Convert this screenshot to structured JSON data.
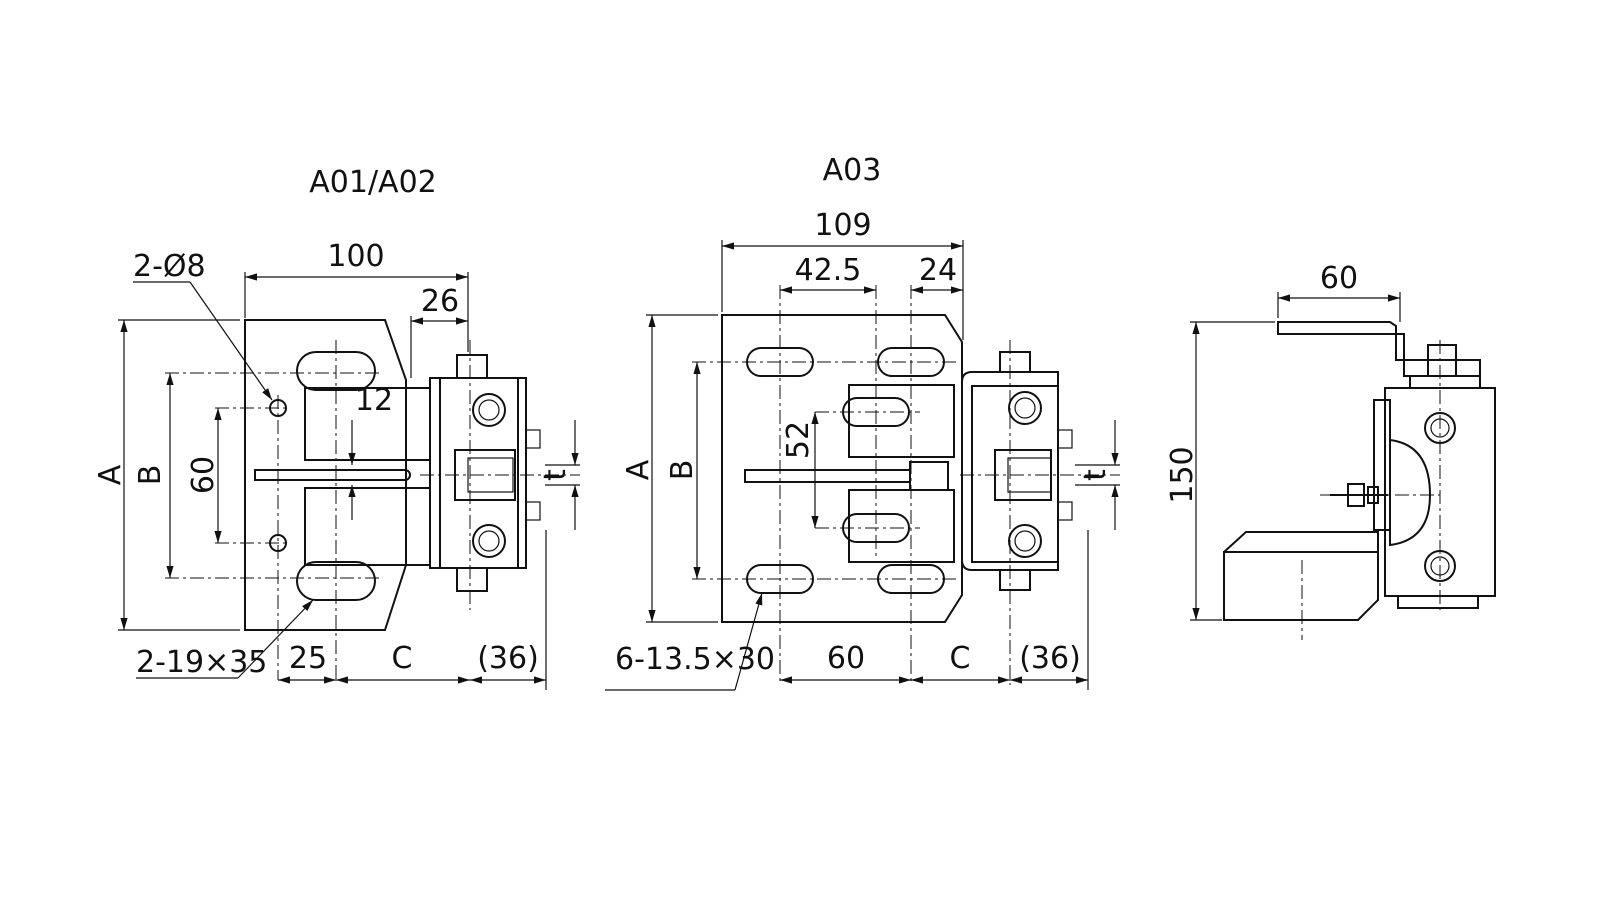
{
  "views": {
    "a01": {
      "title": "A01/A02",
      "dim_width": "100",
      "dim_right": "26",
      "dim_hole": "2-Ø8",
      "dim_gap": "12",
      "dim_a": "A",
      "dim_b": "B",
      "dim_60": "60",
      "dim_t": "t",
      "dim_slot": "2-19×35",
      "dim_25": "25",
      "dim_c": "C",
      "dim_36": "(36)"
    },
    "a03": {
      "title": "A03",
      "dim_width": "109",
      "dim_425": "42.5",
      "dim_24": "24",
      "dim_52": "52",
      "dim_a": "A",
      "dim_b": "B",
      "dim_t": "t",
      "dim_slot": "6-13.5×30",
      "dim_60": "60",
      "dim_c": "C",
      "dim_36": "(36)"
    },
    "side": {
      "dim_60": "60",
      "dim_150": "150"
    }
  }
}
